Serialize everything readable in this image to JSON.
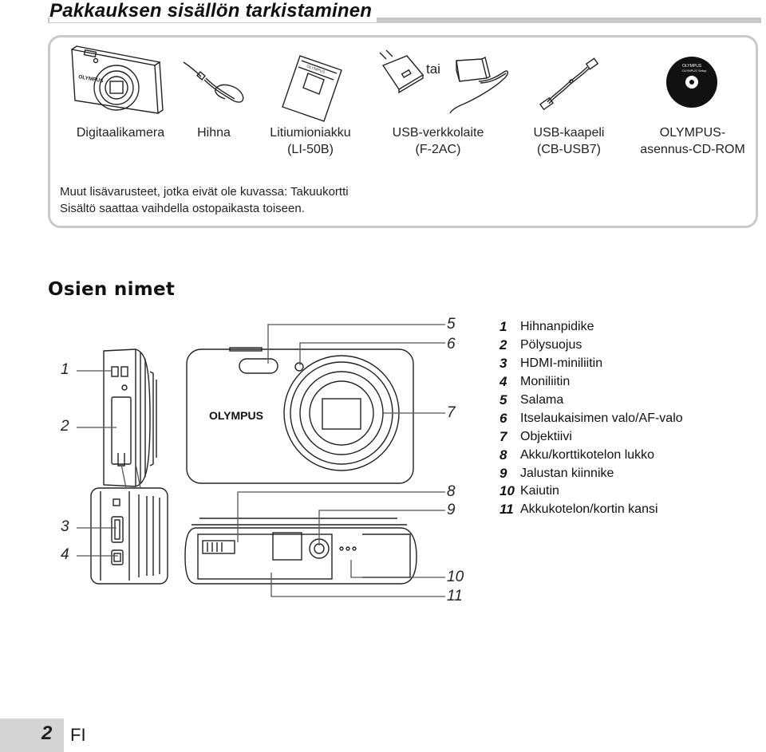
{
  "header": {
    "title": "Pakkauksen sisällön tarkistaminen"
  },
  "contents": {
    "or_label": "tai",
    "items": [
      {
        "icon": "camera-icon",
        "label": "Digitaalikamera",
        "sub": ""
      },
      {
        "icon": "strap-icon",
        "label": "Hihna",
        "sub": ""
      },
      {
        "icon": "battery-icon",
        "label": "Litiumioniakku",
        "sub": "(LI-50B)"
      },
      {
        "icon": "usb-adapter-icon",
        "label": "USB-verkkolaite",
        "sub": "(F-2AC)"
      },
      {
        "icon": "usb-cable-icon",
        "label": "USB-kaapeli",
        "sub": "(CB-USB7)"
      },
      {
        "icon": "cd-rom-icon",
        "label": "OLYMPUS-",
        "sub": "asennus-CD-ROM"
      }
    ],
    "notes": [
      "Muut lisävarusteet, jotka eivät ole kuvassa: Takuukortti",
      "Sisältö saattaa vaihdella ostopaikasta toiseen."
    ],
    "camera_brand": "OLYMPUS",
    "cd_brand": "OLYMPUS",
    "cd_text": "OLYMPUS Setup"
  },
  "parts": {
    "title": "Osien nimet",
    "callouts": [
      "1",
      "2",
      "3",
      "4",
      "5",
      "6",
      "7",
      "8",
      "9",
      "10",
      "11"
    ],
    "legend": [
      {
        "n": "1",
        "t": "Hihnanpidike"
      },
      {
        "n": "2",
        "t": "Pölysuojus"
      },
      {
        "n": "3",
        "t": "HDMI-miniliitin"
      },
      {
        "n": "4",
        "t": "Moniliitin"
      },
      {
        "n": "5",
        "t": "Salama"
      },
      {
        "n": "6",
        "t": "Itselaukaisimen valo/AF-valo"
      },
      {
        "n": "7",
        "t": "Objektiivi"
      },
      {
        "n": "8",
        "t": "Akku/korttikotelon lukko"
      },
      {
        "n": "9",
        "t": "Jalustan kiinnike"
      },
      {
        "n": "10",
        "t": "Kaiutin"
      },
      {
        "n": "11",
        "t": "Akkukotelon/kortin kansi"
      }
    ],
    "camera_brand": "OLYMPUS"
  },
  "footer": {
    "page": "2",
    "lang": "FI"
  }
}
